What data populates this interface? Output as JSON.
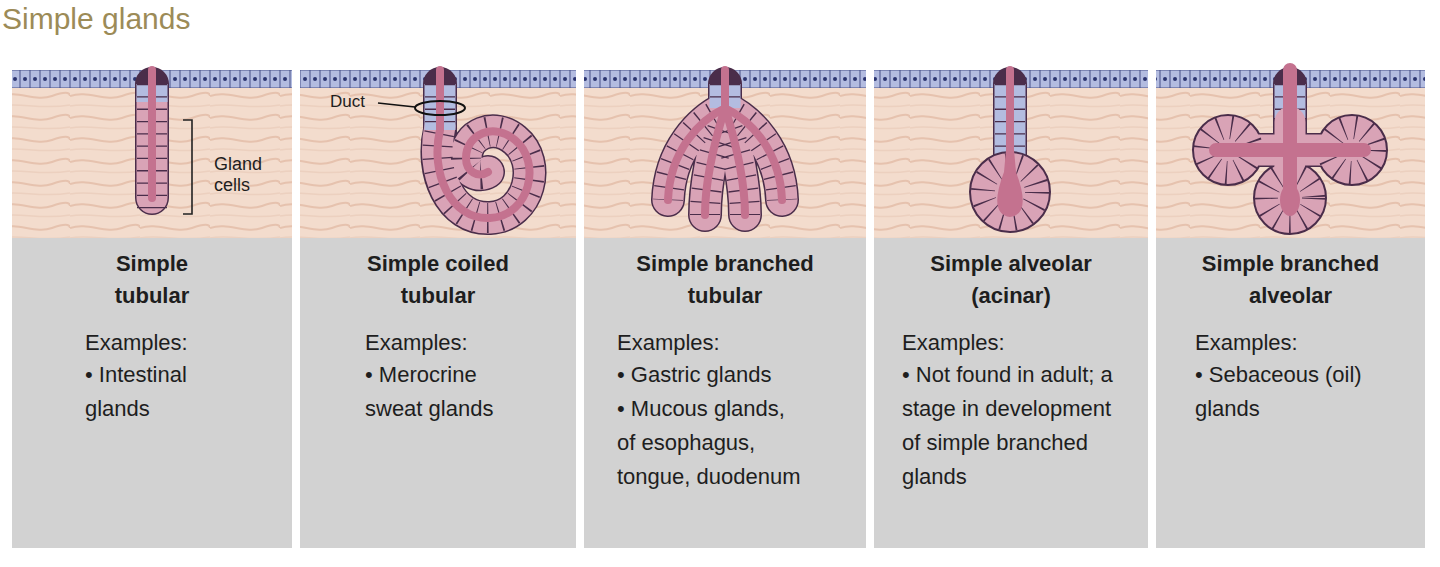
{
  "diagram": {
    "title": "Simple glands",
    "nodes": [
      {
        "text": [
          "Simple tubular",
          "Examples:",
          "• Intestinal glands"
        ]
      },
      {
        "text": [
          "Simple coiled tubular",
          "Examples:",
          "• Merocrine sweat glands"
        ]
      },
      {
        "text": [
          "Simple branched tubular",
          "Examples:",
          "• Gastric glands",
          "• Mucous glands, of esophagus, tongue, duodenum"
        ]
      },
      {
        "text": [
          "Simple alveolar (acinar)",
          "Examples:",
          "• Not found in adult; a stage in development of simple branched glands"
        ]
      },
      {
        "text": [
          "Simple branched alveolar",
          "Examples:",
          "• Sebaceous (oil) glands"
        ]
      }
    ],
    "labels": [
      "Duct",
      "Gland cells"
    ]
  }
}
